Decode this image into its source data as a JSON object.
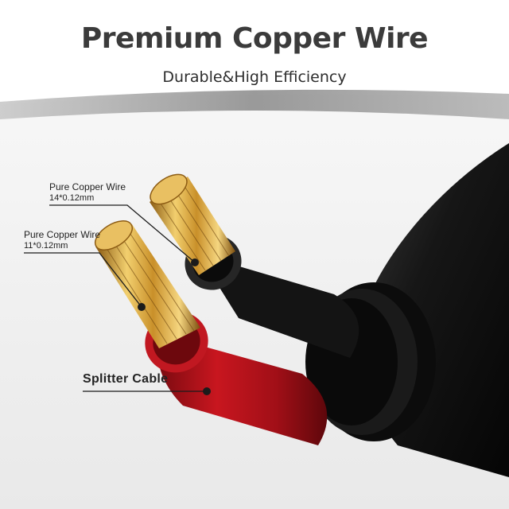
{
  "header": {
    "title": "Premium Copper Wire",
    "subtitle": "Durable&High Efficiency"
  },
  "callouts": {
    "wire_14": {
      "name": "Pure Copper Wire",
      "spec": "14*0.12mm"
    },
    "wire_11": {
      "name": "Pure Copper Wire",
      "spec": "11*0.12mm"
    },
    "splitter": {
      "label": "Splitter Cable"
    }
  },
  "colors": {
    "title_text": "#3b3b3b",
    "cable_black": "#141414",
    "cable_red": "#b3121a",
    "copper": "#d9a741",
    "band_gray": "#9a9a9a"
  }
}
